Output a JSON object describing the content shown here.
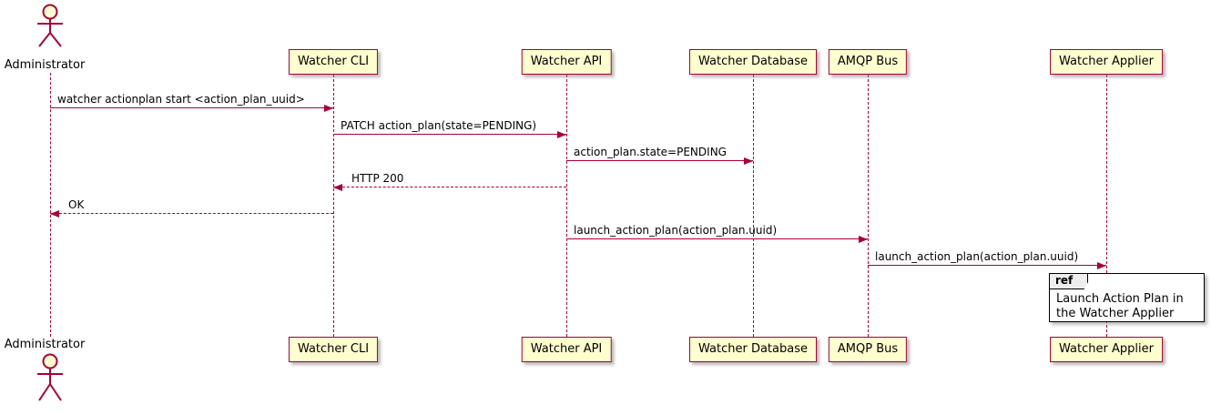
{
  "diagram": {
    "type": "sequence",
    "participants": [
      {
        "name": "Administrator",
        "kind": "actor"
      },
      {
        "name": "Watcher CLI",
        "kind": "participant"
      },
      {
        "name": "Watcher API",
        "kind": "participant"
      },
      {
        "name": "Watcher Database",
        "kind": "participant"
      },
      {
        "name": "AMQP Bus",
        "kind": "participant"
      },
      {
        "name": "Watcher Applier",
        "kind": "participant"
      }
    ],
    "messages": [
      {
        "from": "Administrator",
        "to": "Watcher CLI",
        "label": "watcher actionplan start <action_plan_uuid>",
        "line": "solid",
        "direction": "right"
      },
      {
        "from": "Watcher CLI",
        "to": "Watcher API",
        "label": "PATCH action_plan(state=PENDING)",
        "line": "solid",
        "direction": "right"
      },
      {
        "from": "Watcher API",
        "to": "Watcher Database",
        "label": "action_plan.state=PENDING",
        "line": "solid",
        "direction": "right"
      },
      {
        "from": "Watcher API",
        "to": "Watcher CLI",
        "label": "HTTP 200",
        "line": "dashed",
        "direction": "left"
      },
      {
        "from": "Watcher CLI",
        "to": "Administrator",
        "label": "OK",
        "line": "dashed",
        "direction": "left"
      },
      {
        "from": "Watcher API",
        "to": "AMQP Bus",
        "label": "launch_action_plan(action_plan.uuid)",
        "line": "solid",
        "direction": "right"
      },
      {
        "from": "AMQP Bus",
        "to": "Watcher Applier",
        "label": "launch_action_plan(action_plan.uuid)",
        "line": "solid",
        "direction": "right"
      }
    ],
    "ref": {
      "keyword": "ref",
      "text": "Launch Action Plan in the Watcher Applier",
      "over": "Watcher Applier"
    },
    "colors": {
      "participant_fill": "#FEFECE",
      "border": "#A80036",
      "lifeline": "#A80036",
      "arrow": "#A80036",
      "text": "#000000",
      "ref_border": "#000000",
      "ref_tag_fill": "#EEEEEE"
    }
  }
}
